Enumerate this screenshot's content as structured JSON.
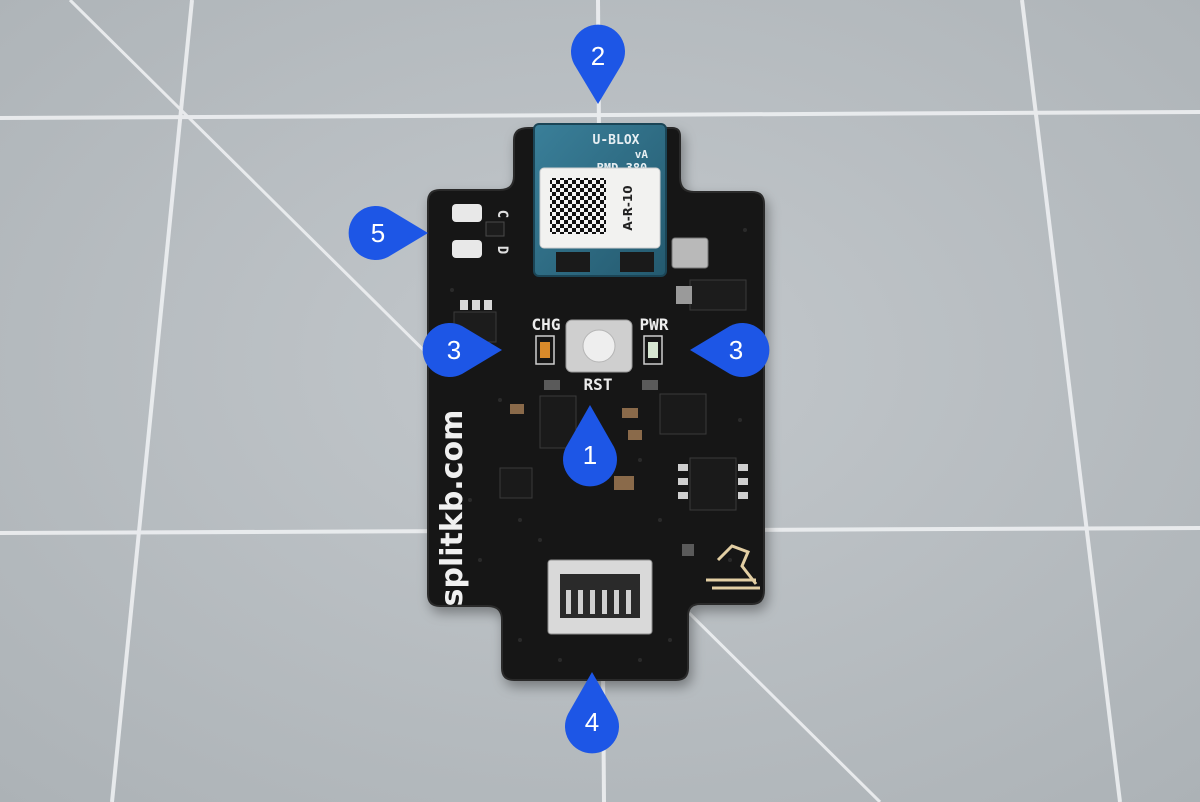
{
  "photo": {
    "mat_color": "#b9bfc3",
    "grid_color": "#eef0f2",
    "board_color": "#141414",
    "module_color": "#2f6d86",
    "marker_color": "#1d56e6"
  },
  "board": {
    "module_line1": "U-BLOX",
    "module_line2": "vA",
    "module_line3": "BMD-380",
    "qr_label": "A-R-10",
    "label_chg": "CHG",
    "label_pwr": "PWR",
    "label_rst": "RST",
    "label_c": "C",
    "label_d": "D",
    "url": "splitkb.com"
  },
  "markers": [
    {
      "number": "1",
      "icon": "map-pin-icon"
    },
    {
      "number": "2",
      "icon": "map-pin-icon"
    },
    {
      "number": "3",
      "icon": "map-pin-icon"
    },
    {
      "number": "3",
      "icon": "map-pin-icon"
    },
    {
      "number": "4",
      "icon": "map-pin-icon"
    },
    {
      "number": "5",
      "icon": "map-pin-icon"
    }
  ]
}
